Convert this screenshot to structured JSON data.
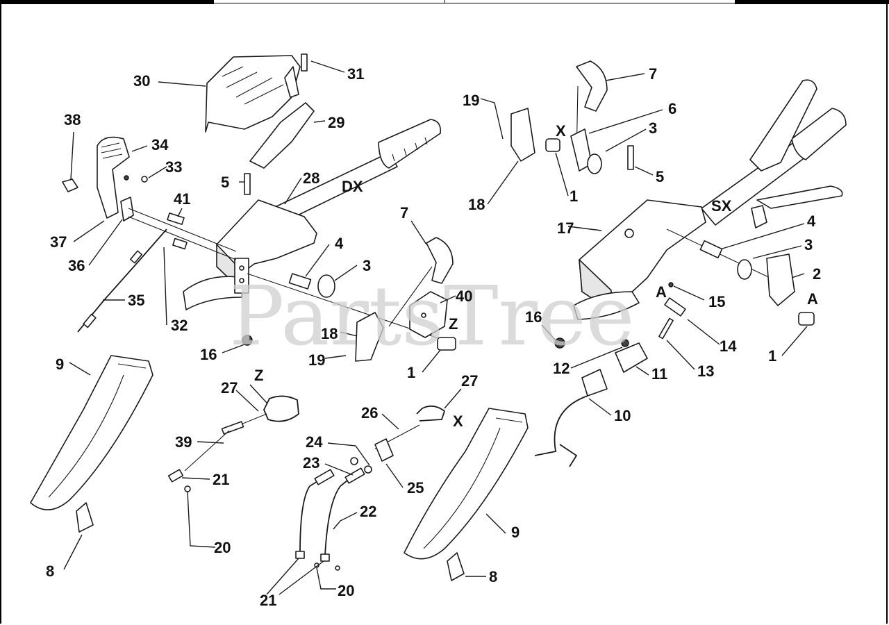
{
  "watermark": "PartsTree",
  "colors": {
    "line": "#1a1a1a",
    "watermark": "#cfcfcf",
    "background": "#ffffff",
    "bar": "#000000"
  },
  "callouts": {
    "c30": "30",
    "c31": "31",
    "c29": "29",
    "c38": "38",
    "c34": "34",
    "c33": "33",
    "c5a": "5",
    "c28": "28",
    "cDX": "DX",
    "c41": "41",
    "c37": "37",
    "c36": "36",
    "c4a": "4",
    "c7a": "7",
    "c3a": "3",
    "c40": "40",
    "cZa": "Z",
    "c35": "35",
    "c32": "32",
    "c18a": "18",
    "c19a": "19",
    "c16a": "16",
    "c1a": "1",
    "c9a": "9",
    "cZb": "Z",
    "c27a": "27",
    "c39": "39",
    "c21a": "21",
    "c20a": "20",
    "c8a": "8",
    "c26": "26",
    "c27b": "27",
    "cX2": "X",
    "c24": "24",
    "c23": "23",
    "c25": "25",
    "c22": "22",
    "c21b": "21",
    "c20b": "20",
    "c9b": "9",
    "c8b": "8",
    "c7b": "7",
    "c19b": "19",
    "c6": "6",
    "cX1": "X",
    "c3b": "3",
    "c5b": "5",
    "c18b": "18",
    "c1b": "1",
    "c17": "17",
    "cSX": "SX",
    "c4b": "4",
    "c3c": "3",
    "c2": "2",
    "cA1": "A",
    "cA2": "A",
    "c15": "15",
    "c16b": "16",
    "c14": "14",
    "c1c": "1",
    "c12": "12",
    "c11": "11",
    "c13": "13",
    "c10": "10"
  }
}
